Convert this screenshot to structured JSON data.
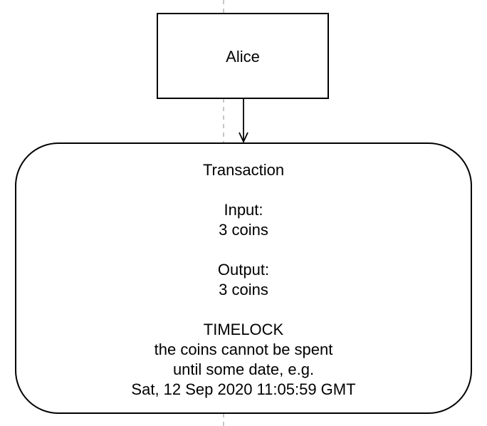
{
  "nodes": {
    "alice": {
      "label": "Alice"
    },
    "transaction": {
      "title": "Transaction",
      "input_heading": "Input:",
      "input_value": "3 coins",
      "output_heading": "Output:",
      "output_value": "3 coins",
      "timelock_heading": "TIMELOCK",
      "timelock_line1": "the coins cannot be spent",
      "timelock_line2": "until some date, e.g.",
      "timelock_date": "Sat, 12 Sep 2020 11:05:59 GMT"
    }
  },
  "colors": {
    "stroke": "#000000",
    "lifeline": "#b3b3b3",
    "background": "#ffffff"
  }
}
